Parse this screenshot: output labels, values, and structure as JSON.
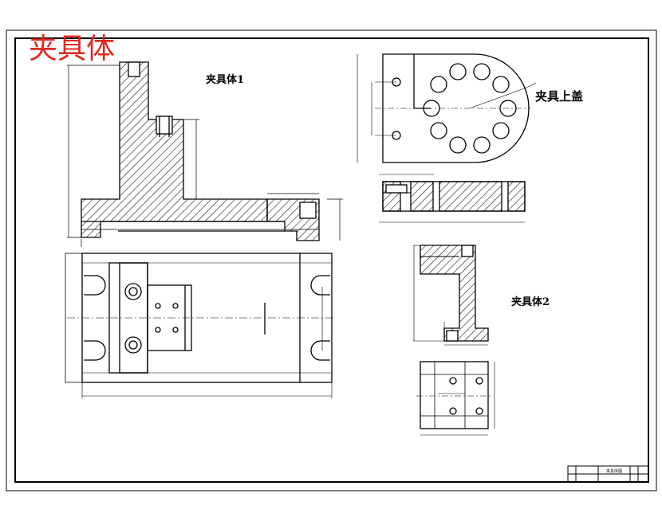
{
  "drawing": {
    "main_title": "夹具体",
    "label_body1": "夹具体1",
    "label_cover": "夹具上盖",
    "label_body2": "夹具体2",
    "title_block_text": "夹具体图"
  },
  "colors": {
    "title_red": "#e0281e",
    "line": "#000000"
  }
}
